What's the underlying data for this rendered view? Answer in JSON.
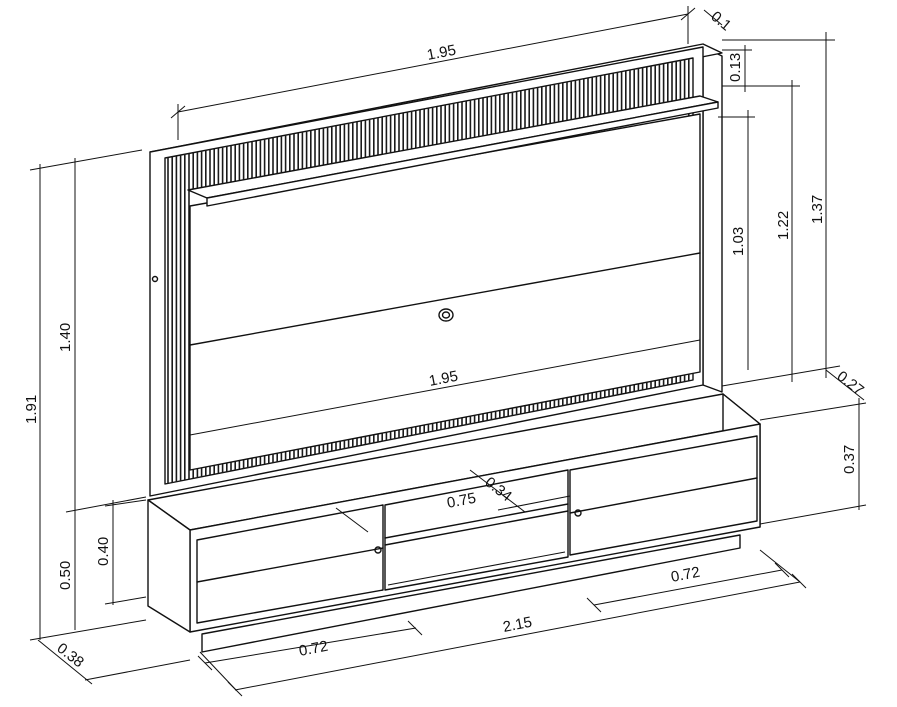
{
  "dimensions": {
    "panel_top_width": "1.95",
    "panel_depth": "0.1",
    "shelf_offset": "0.13",
    "panel_height": "1.37",
    "panel_inner_height": "1.22",
    "screen_height": "1.03",
    "screen_width": "1.95",
    "total_height": "1.91",
    "panel_front_height": "1.40",
    "rack_base_height": "0.50",
    "rack_height": "0.40",
    "rack_depth_left": "0.38",
    "rack_depth_right": "0.27",
    "rack_side_height": "0.37",
    "niche_width": "0.75",
    "niche_depth": "0.34",
    "drawer_width_left": "0.72",
    "drawer_width_right": "0.72",
    "rack_total_width": "2.15"
  },
  "colors": {
    "line": "#111111",
    "background": "#ffffff"
  },
  "icons": [
    "cable-pass-icon",
    "drawer-knob-icon"
  ]
}
